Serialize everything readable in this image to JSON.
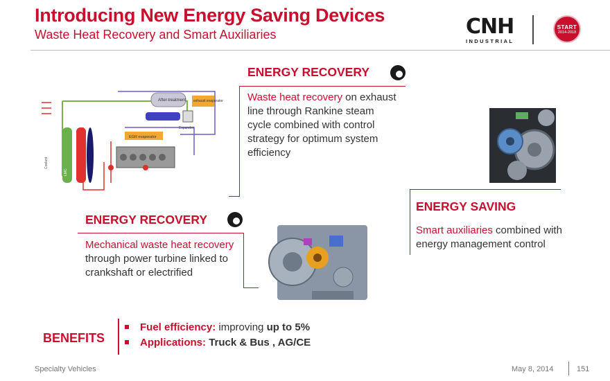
{
  "header": {
    "title": "Introducing New Energy Saving Devices",
    "subtitle": "Waste Heat Recovery and Smart Auxiliaries"
  },
  "logo": {
    "mark": "CNH",
    "sub": "INDUSTRIAL",
    "badge_line1": "START",
    "badge_line2": "2014-2018"
  },
  "sections": {
    "recovery_top": {
      "heading": "ENERGY RECOVERY",
      "text_red": "Waste heat recovery",
      "text_rest": " on exhaust line through Rankine steam cycle combined with control strategy for optimum system efficiency"
    },
    "recovery_left": {
      "heading": "ENERGY RECOVERY",
      "text_red": "Mechanical waste heat recovery",
      "text_rest": " through power turbine linked to crankshaft or electrified"
    },
    "saving": {
      "heading": "ENERGY SAVING",
      "text_red": "Smart auxiliaries",
      "text_rest": " combined with energy management control"
    }
  },
  "diagram_labels": {
    "after_treatment": "After-treatment",
    "exhaust_evaporator": "exhaust evaporator",
    "egr_evaporator": "EGR evaporator",
    "expander": "Expander",
    "coolant": "Coolant",
    "lmc": "LMC"
  },
  "benefits": {
    "label": "BENEFITS",
    "items": [
      {
        "key": "Fuel efficiency:",
        "text": " improving ",
        "bold": "up to 5%"
      },
      {
        "key": "Applications:",
        "text": " ",
        "bold": "Truck & Bus , AG/CE"
      }
    ]
  },
  "footer": {
    "left": "Specialty Vehicles",
    "date": "May 8, 2014",
    "page": "151"
  },
  "colors": {
    "accent": "#c8102e",
    "text": "#333333"
  }
}
